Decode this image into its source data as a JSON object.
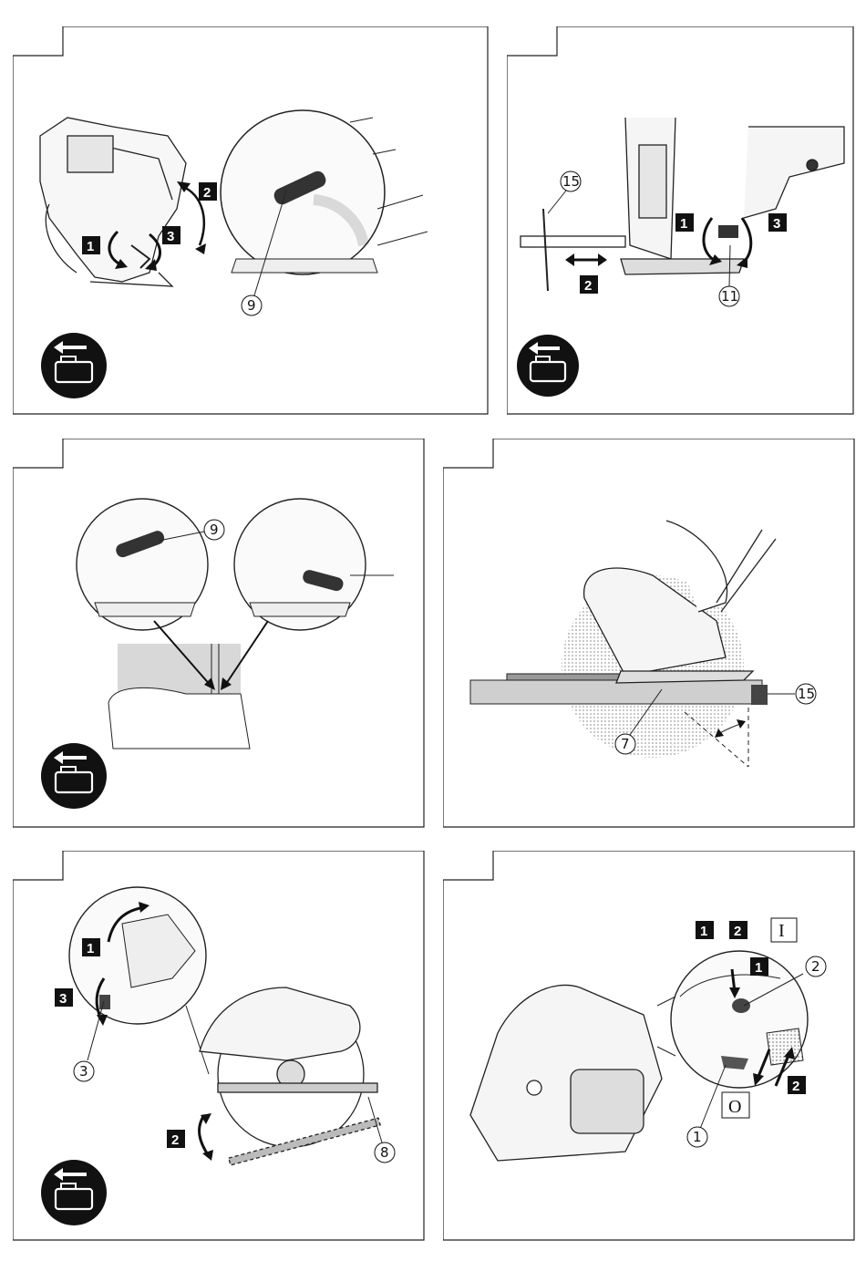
{
  "panels": [
    {
      "id": "p1",
      "steps": [
        "1",
        "2",
        "3"
      ],
      "callouts": [
        "9"
      ]
    },
    {
      "id": "p2",
      "steps": [
        "1",
        "2",
        "3"
      ],
      "callouts": [
        "15",
        "11"
      ]
    },
    {
      "id": "p3",
      "steps": [],
      "callouts": [
        "9"
      ]
    },
    {
      "id": "p4",
      "steps": [],
      "callouts": [
        "15",
        "7"
      ]
    },
    {
      "id": "p5",
      "steps": [
        "1",
        "2",
        "3"
      ],
      "callouts": [
        "3",
        "8"
      ]
    },
    {
      "id": "p6",
      "steps": [
        "1",
        "2",
        "1",
        "2"
      ],
      "callouts": [
        "2",
        "1"
      ],
      "switch_on": "I",
      "switch_off": "O"
    }
  ],
  "icons": {
    "remove_battery": "battery-remove-icon"
  }
}
